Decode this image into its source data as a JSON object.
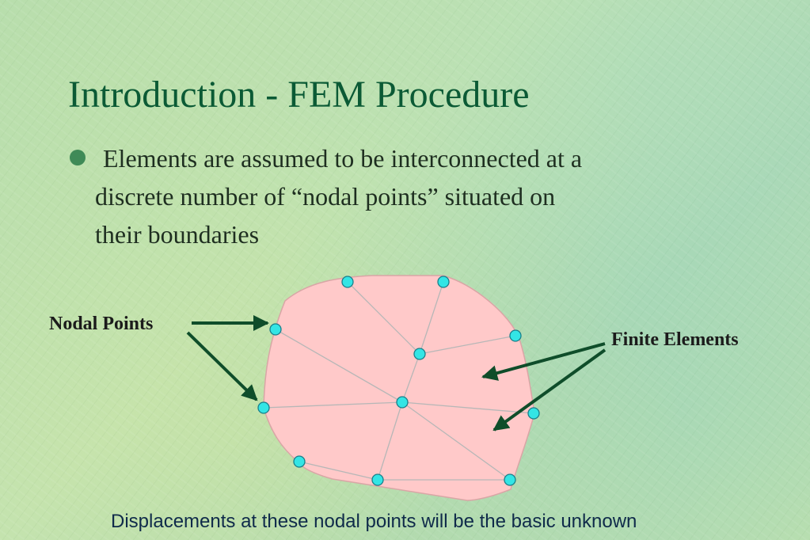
{
  "slide": {
    "title": "Introduction - FEM Procedure",
    "bullet": {
      "lines": [
        "Elements are assumed to be interconnected at a",
        "discrete number of “nodal points” situated on",
        "their boundaries"
      ]
    },
    "diagram": {
      "label_nodal_points": "Nodal Points",
      "label_finite_elements": "Finite Elements"
    },
    "caption": "Displacements at these nodal points will be the basic unknown"
  },
  "colors": {
    "title": "#0b5a35",
    "region_fill": "#ffc9c9",
    "mesh_line": "#b7b7b7",
    "node_fill": "#33e5e5",
    "arrow": "#0f4d2a"
  }
}
